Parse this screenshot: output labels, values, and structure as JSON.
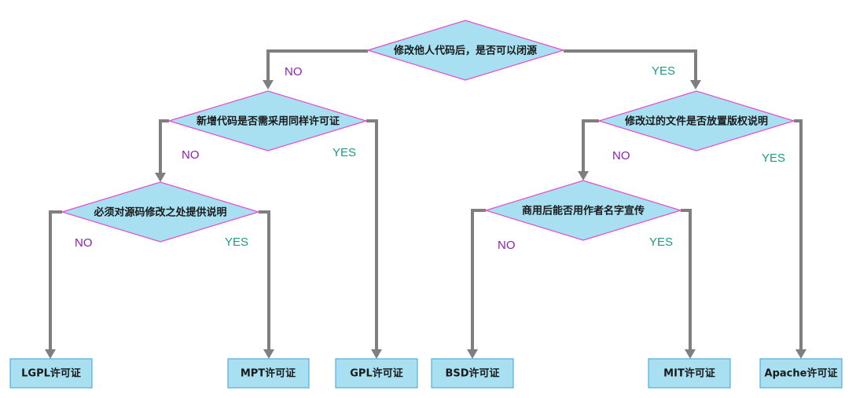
{
  "decisions": {
    "root": "修改他人代码后，是否可以闭源",
    "same_license": "新增代码是否需采用同样许可证",
    "notice": "修改过的文件是否放置版权说明",
    "document": "必须对源码修改之处提供说明",
    "name_use": "商用后能否用作者名字宣传"
  },
  "licenses": {
    "lgpl": "LGPL许可证",
    "mpt": "MPT许可证",
    "gpl": "GPL许可证",
    "bsd": "BSD许可证",
    "mit": "MIT许可证",
    "apache": "Apache许可证"
  },
  "labels": {
    "no": "NO",
    "yes": "YES"
  },
  "colors": {
    "node_fill": "#a8e0f2",
    "diamond_border": "#e64bc8",
    "box_border": "#3aa0d8",
    "connector": "#7f7f7f",
    "no_label": "#8b1fb0",
    "yes_label": "#1f9a80"
  }
}
